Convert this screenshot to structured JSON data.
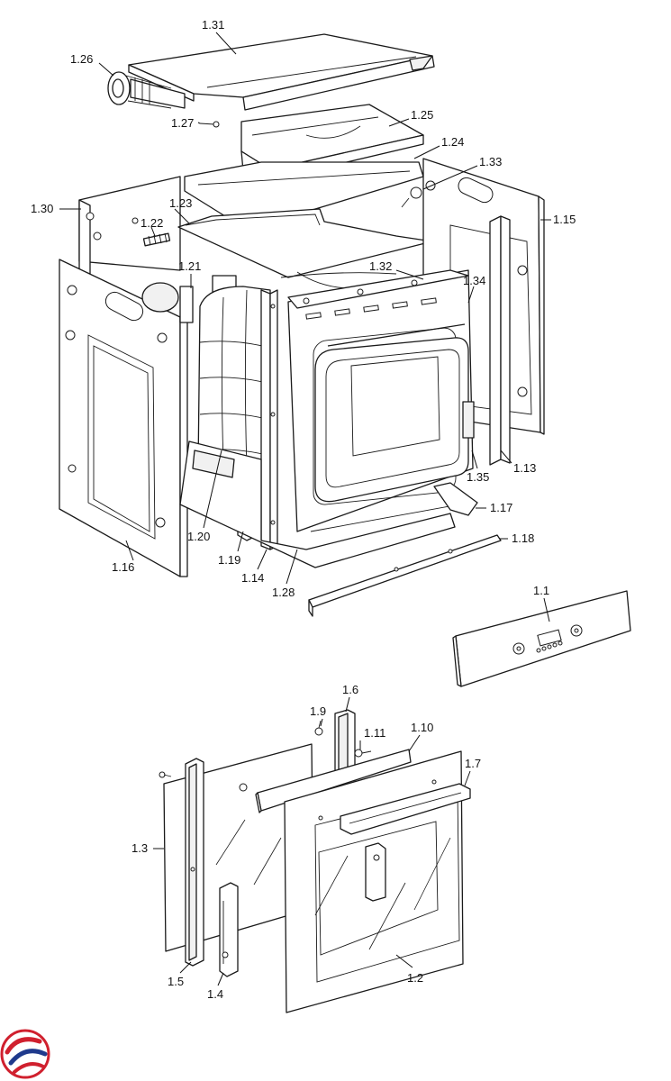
{
  "callouts": {
    "c1_31": "1.31",
    "c1_26": "1.26",
    "c1_27": "1.27",
    "c1_25": "1.25",
    "c1_24": "1.24",
    "c1_33": "1.33",
    "c1_30": "1.30",
    "c1_23": "1.23",
    "c1_22": "1.22",
    "c1_15": "1.15",
    "c1_21": "1.21",
    "c1_32": "1.32",
    "c1_34": "1.34",
    "c1_16": "1.16",
    "c1_20": "1.20",
    "c1_19": "1.19",
    "c1_14": "1.14",
    "c1_28": "1.28",
    "c1_35": "1.35",
    "c1_13": "1.13",
    "c1_17": "1.17",
    "c1_18": "1.18",
    "c1_1": "1.1",
    "c1_9": "1.9",
    "c1_6": "1.6",
    "c1_11": "1.11",
    "c1_10": "1.10",
    "c1_7": "1.7",
    "c1_3": "1.3",
    "c1_5": "1.5",
    "c1_4": "1.4",
    "c1_2": "1.2"
  },
  "colors": {
    "line": "#1a1a1a",
    "logo_red": "#d0202e",
    "logo_blue": "#1f3a8c",
    "panel_grey": "#f1f1f1"
  },
  "icons": {
    "brand_logo": "circular-swirl-logo"
  }
}
